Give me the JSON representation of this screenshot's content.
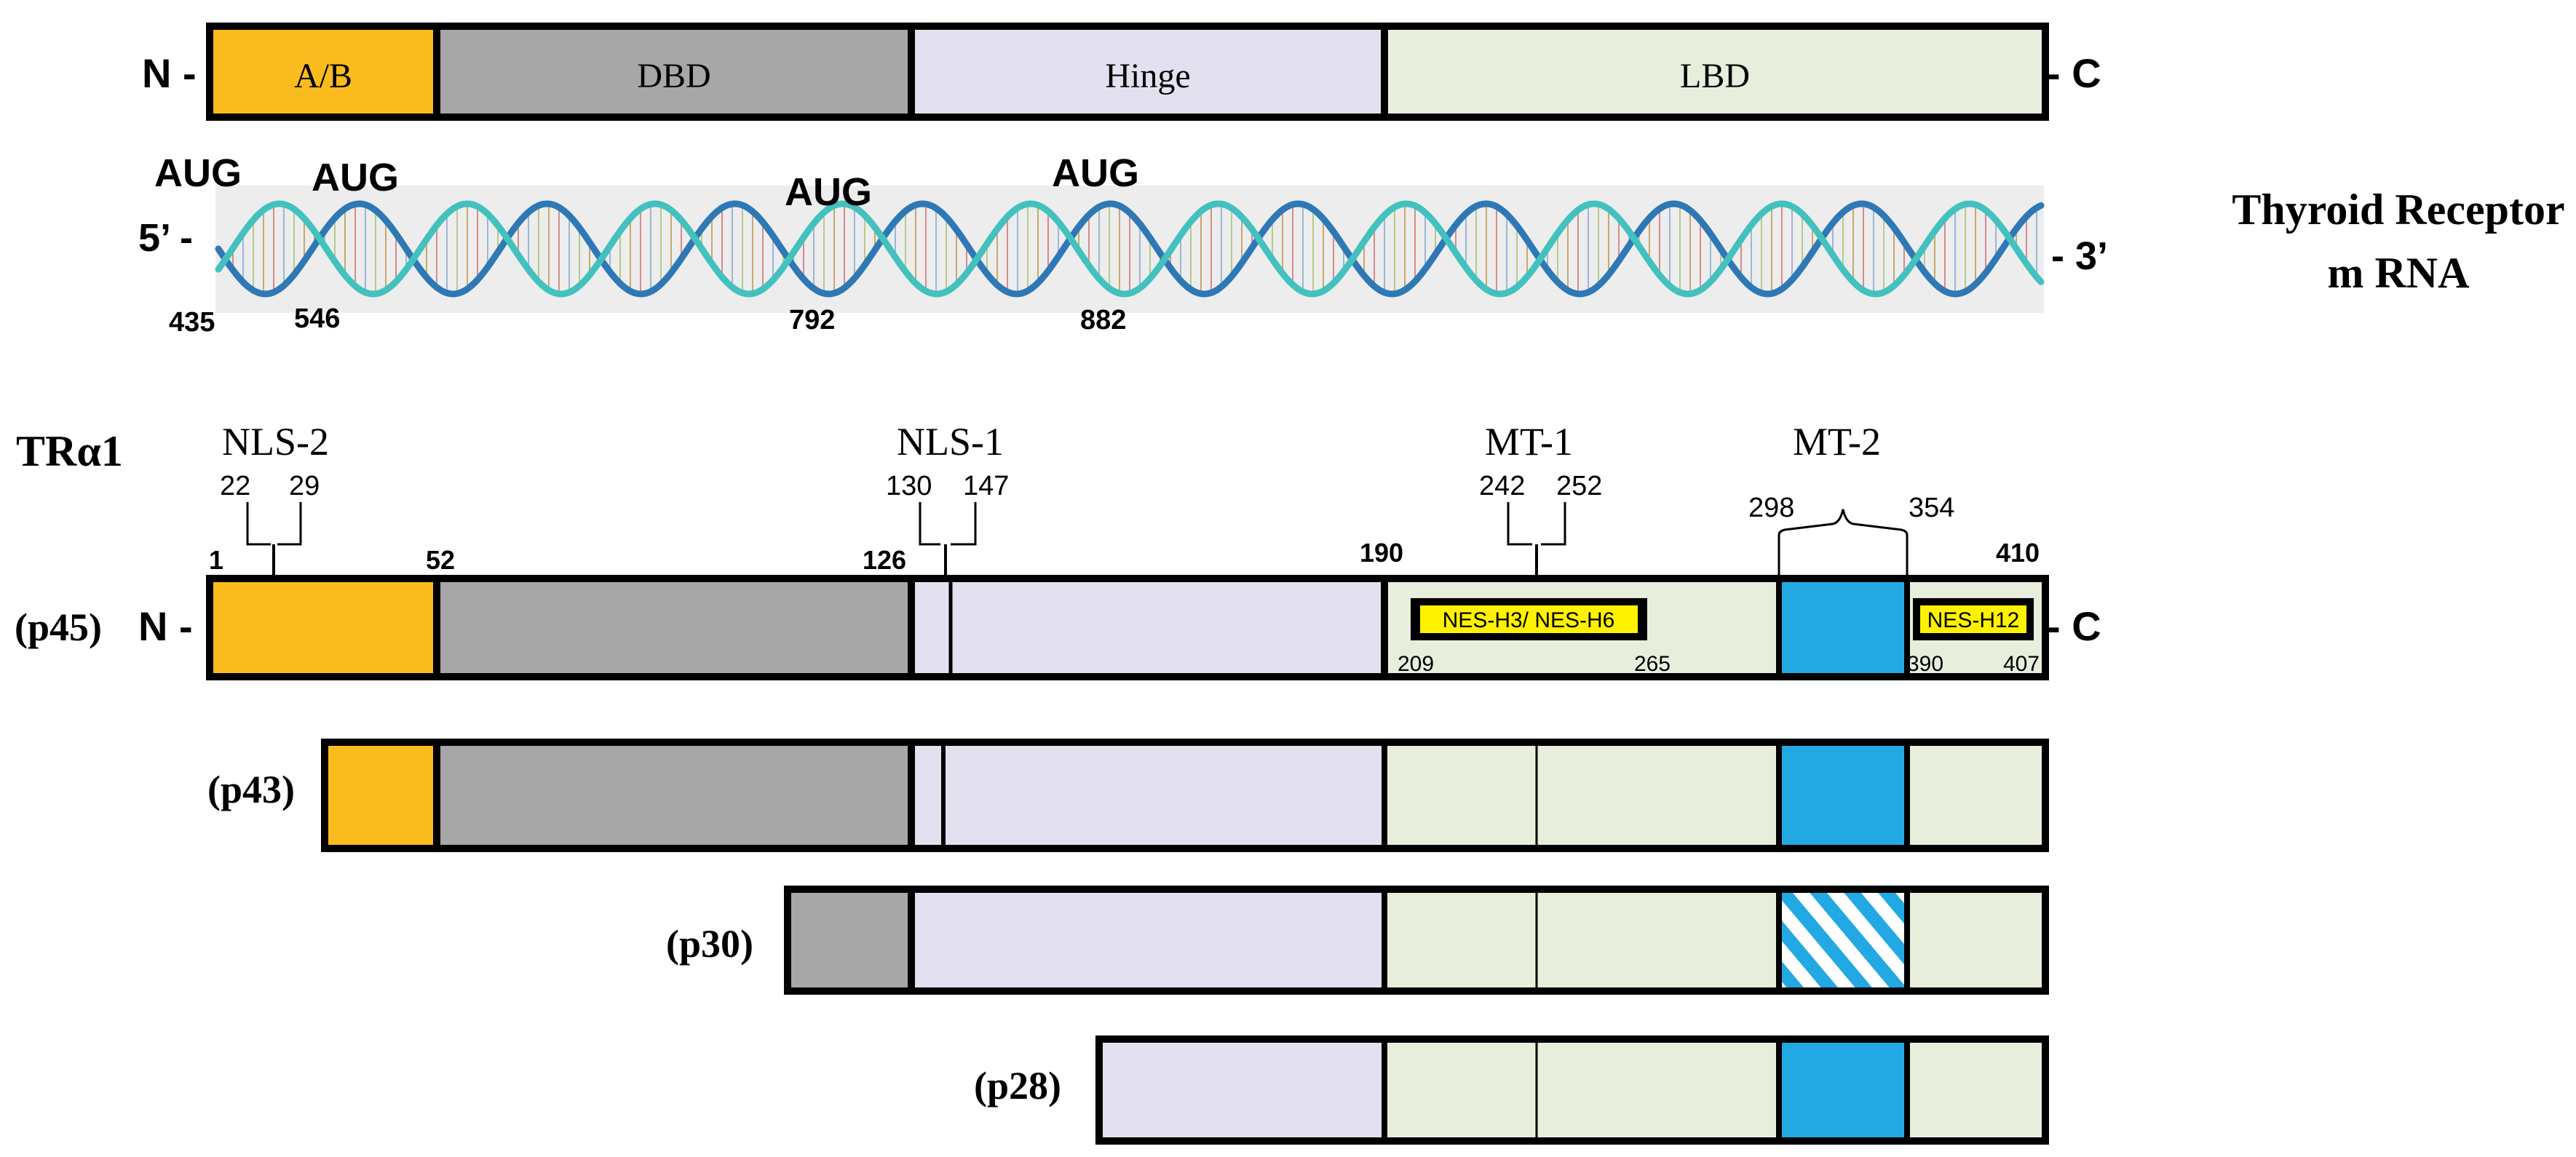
{
  "domain_overview": {
    "n_label": "N -",
    "c_label": "- C",
    "domains": [
      {
        "label": "A/B",
        "color": "#F9BB1E"
      },
      {
        "label": "DBD",
        "color": "#A7A7A7"
      },
      {
        "label": "Hinge",
        "color": "#E3E0EF"
      },
      {
        "label": "LBD",
        "color": "#E8EEDC"
      }
    ]
  },
  "mrna": {
    "five_prime": "5’ -",
    "three_prime": "- 3’",
    "title_line1": "Thyroid Receptor",
    "title_line2": "m RNA",
    "aug_sites": [
      {
        "codon": "AUG",
        "position": "435"
      },
      {
        "codon": "AUG",
        "position": "546"
      },
      {
        "codon": "AUG",
        "position": "792"
      },
      {
        "codon": "AUG",
        "position": "882"
      }
    ],
    "helix_colors": {
      "strand_a": "#43C1BF",
      "strand_b": "#2E78B5",
      "background": "#EDEDED"
    }
  },
  "tra1": {
    "title": "TRα1",
    "motifs": [
      {
        "label": "NLS-2",
        "start": "22",
        "end": "29"
      },
      {
        "label": "NLS-1",
        "start": "130",
        "end": "147"
      },
      {
        "label": "MT-1",
        "start": "242",
        "end": "252"
      },
      {
        "label": "MT-2",
        "start": "298",
        "end": "354"
      }
    ],
    "boundaries": [
      "1",
      "52",
      "126",
      "190",
      "410"
    ],
    "nes": [
      {
        "label": "NES-H3/ NES-H6",
        "start": "209",
        "end": "265"
      },
      {
        "label": "NES-H12",
        "start": "390",
        "end": "407"
      }
    ]
  },
  "isoforms": [
    {
      "label": "(p45)",
      "n": "N -",
      "c": "- C"
    },
    {
      "label": "(p43)"
    },
    {
      "label": "(p30)"
    },
    {
      "label": "(p28)"
    }
  ],
  "colors": {
    "ab": "#F9BB1E",
    "dbd": "#A7A7A7",
    "hinge": "#E3E0EF",
    "lbd": "#E8EEDC",
    "mt2": "#22A9E3",
    "nes": "#FFF200"
  }
}
